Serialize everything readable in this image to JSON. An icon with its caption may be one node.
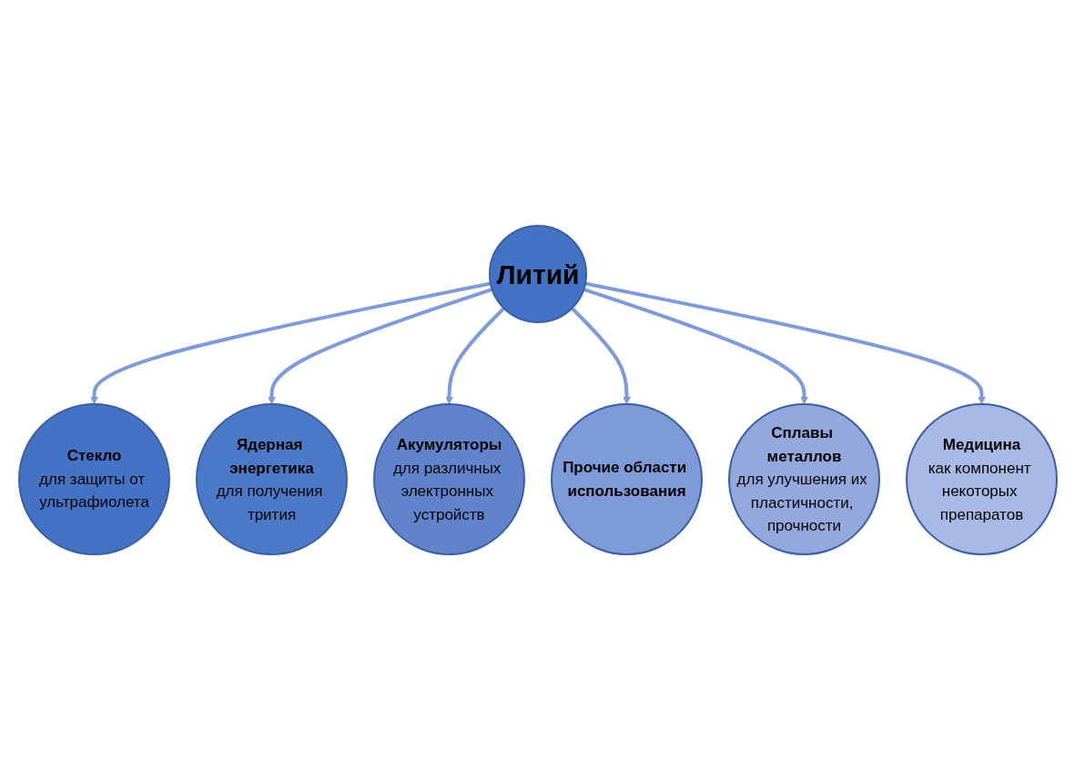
{
  "diagram": {
    "nodes": [
      {
        "text": [
          "Литий"
        ]
      },
      {
        "text": [
          "Стекло",
          "для защиты от ультрафиолета"
        ]
      },
      {
        "text": [
          "Ядерная энергетика",
          "для получения трития"
        ]
      },
      {
        "text": [
          "Акумуляторы",
          "для различных электронных устройств"
        ]
      },
      {
        "text": [
          "Прочие области использования"
        ]
      },
      {
        "text": [
          "Сплавы металлов",
          "для улучшения их пластичности, прочности"
        ]
      },
      {
        "text": [
          "Медицина",
          "как компонент некоторых препаратов"
        ]
      }
    ],
    "edges": [
      {
        "from": 0,
        "to": 1,
        "arrow": "to"
      },
      {
        "from": 0,
        "to": 2,
        "arrow": "to"
      },
      {
        "from": 0,
        "to": 3,
        "arrow": "to"
      },
      {
        "from": 0,
        "to": 4,
        "arrow": "to"
      },
      {
        "from": 0,
        "to": 5,
        "arrow": "to"
      },
      {
        "from": 0,
        "to": 6,
        "arrow": "to"
      }
    ]
  }
}
